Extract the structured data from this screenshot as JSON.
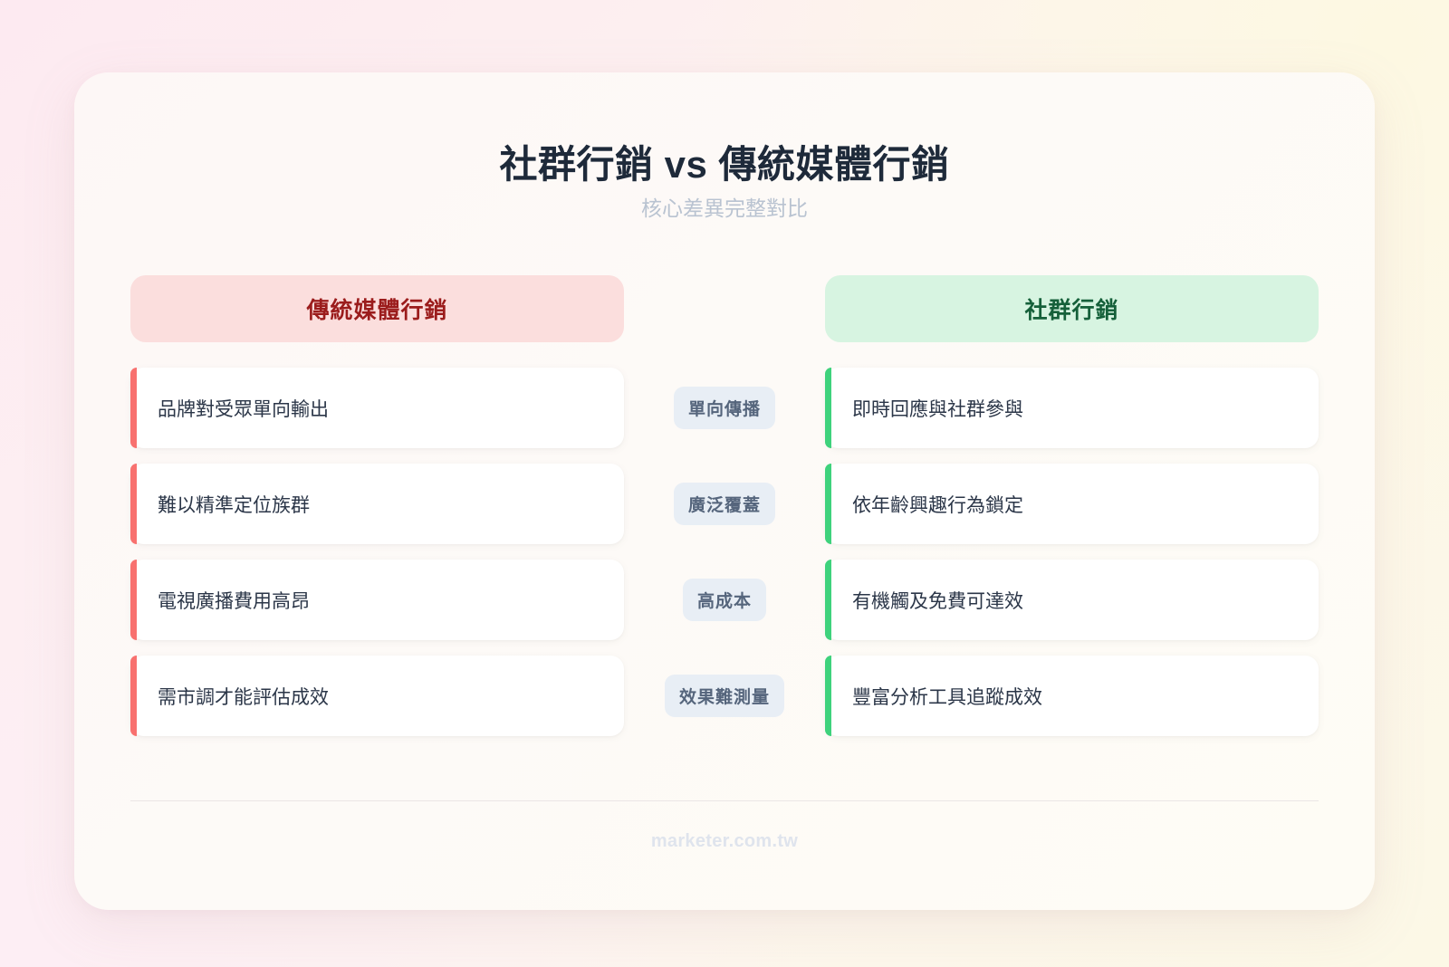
{
  "header": {
    "title": "社群行銷 vs 傳統媒體行銷",
    "subtitle": "核心差異完整對比"
  },
  "columns": {
    "left_label": "傳統媒體行銷",
    "right_label": "社群行銷"
  },
  "rows": [
    {
      "left": "品牌對受眾單向輸出",
      "middle": "單向傳播",
      "right": "即時回應與社群參與"
    },
    {
      "left": "難以精準定位族群",
      "middle": "廣泛覆蓋",
      "right": "依年齡興趣行為鎖定"
    },
    {
      "left": "電視廣播費用高昂",
      "middle": "高成本",
      "right": "有機觸及免費可達效"
    },
    {
      "left": "需市調才能評估成效",
      "middle": "效果難測量",
      "right": "豐富分析工具追蹤成效"
    }
  ],
  "footer": {
    "site": "marketer.com.tw"
  },
  "colors": {
    "traditional_accent": "#f8716f",
    "traditional_header_bg": "#fbdedd",
    "traditional_header_text": "#9b1c1c",
    "social_accent": "#3ed27c",
    "social_header_bg": "#d7f4e1",
    "social_header_text": "#15603a",
    "middle_pill_bg": "#e8eef5",
    "middle_pill_text": "#55657c",
    "title_text": "#1e2a3a",
    "subtitle_text": "#b9c3d1",
    "item_text": "#2b3648",
    "footer_text": "#dfe4ed"
  }
}
